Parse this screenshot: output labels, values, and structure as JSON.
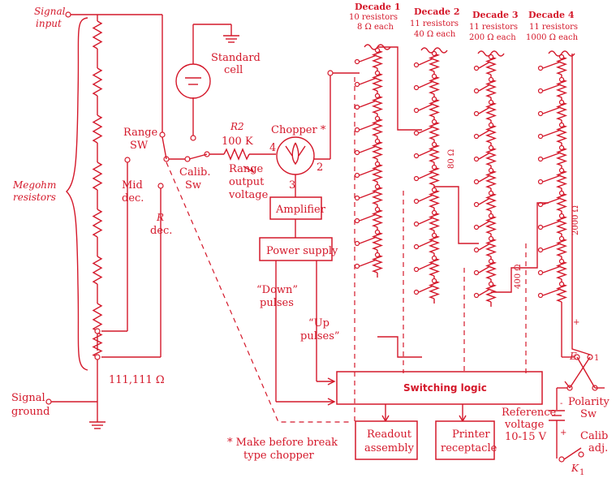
{
  "colors": {
    "ink": "#d4182a",
    "background": "#ffffff"
  },
  "labels": {
    "signal_input": [
      "Signal",
      "input"
    ],
    "signal_ground": [
      "Signal",
      "ground"
    ],
    "megohm_resistors": [
      "Megohm",
      "resistors"
    ],
    "resistance_111": "111,111 Ω",
    "range_sw": [
      "Range",
      "SW"
    ],
    "mid_dec": [
      "Mid",
      "dec."
    ],
    "r_dec": [
      "R",
      "dec."
    ],
    "calib_sw": [
      "Calib.",
      "Sw"
    ],
    "standard_cell": [
      "Standard",
      "cell"
    ],
    "r2": "R2",
    "r2_value": "100 K",
    "range_output_voltage": [
      "Range",
      "output",
      "voltage"
    ],
    "chopper": "Chopper *",
    "pin4": "4",
    "pin2": "2",
    "pin3": "3",
    "amplifier": "Amplifier",
    "power_supply": "Power supply",
    "down_pulses": [
      "“Down”",
      "pulses"
    ],
    "up_pulses": [
      "“Up",
      "pulses”"
    ],
    "switching_logic": "Switching logic",
    "readout_assembly": [
      "Readout",
      "assembly"
    ],
    "printer_receptacle": [
      "Printer",
      "receptacle"
    ],
    "footnote": [
      "* Make before break",
      "type chopper"
    ],
    "decade1": [
      "Decade 1",
      "10 resistors",
      "8 Ω each"
    ],
    "decade2": [
      "Decade 2",
      "11 resistors",
      "40 Ω each"
    ],
    "decade3": [
      "Decade 3",
      "11 resistors",
      "200 Ω each"
    ],
    "decade4": [
      "Decade 4",
      "11 resistors",
      "1000 Ω each"
    ],
    "r80": "80 Ω",
    "r400": "400 Ω",
    "r2000": "2000 Ω",
    "reference_voltage": [
      "Reference",
      "voltage",
      "10-15 V"
    ],
    "polarity_sw": [
      "Polarity",
      "Sw"
    ],
    "calib_adj": [
      "Calib",
      "adj."
    ],
    "k1": "K",
    "k1_sub": "1",
    "e": "E",
    "plus_top": "+",
    "minus_top": "-",
    "plus_ref": "+",
    "minus_ref": "-",
    "one": "1"
  }
}
